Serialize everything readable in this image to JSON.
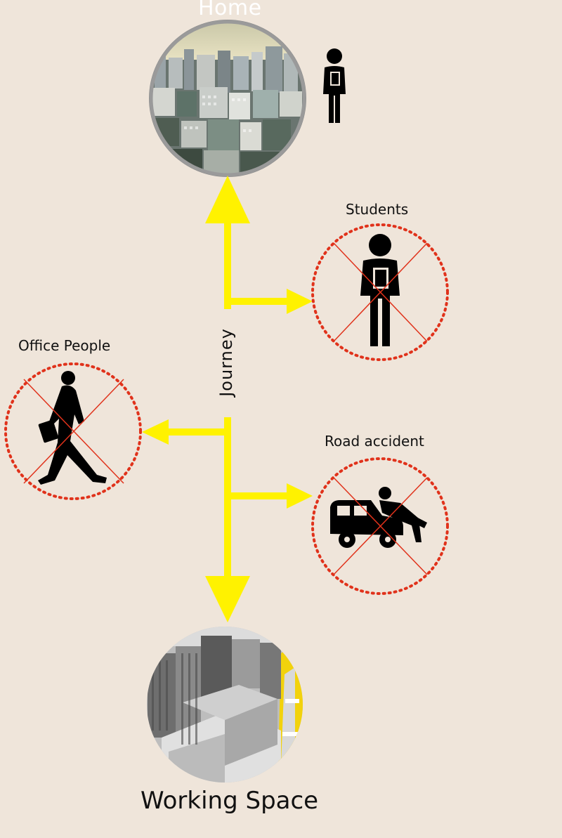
{
  "labels": {
    "home": "Home",
    "students": "Students",
    "office_people": "Office People",
    "road_accident": "Road accident",
    "working_space": "Working Space",
    "journey": "Journey"
  },
  "icons": {
    "home_photo": "city-skyline-photo",
    "home_person": "student-person-icon",
    "students": "student-person-icon",
    "office_people": "walking-businessman-icon",
    "road_accident": "car-hitting-pedestrian-icon",
    "working_space": "3d-city-model-photo",
    "prohibited": "prohibited-cross-icon"
  },
  "colors": {
    "background": "#efe5da",
    "arrow": "#fff200",
    "prohibited_circle": "#e0321b",
    "icon": "#000000"
  }
}
